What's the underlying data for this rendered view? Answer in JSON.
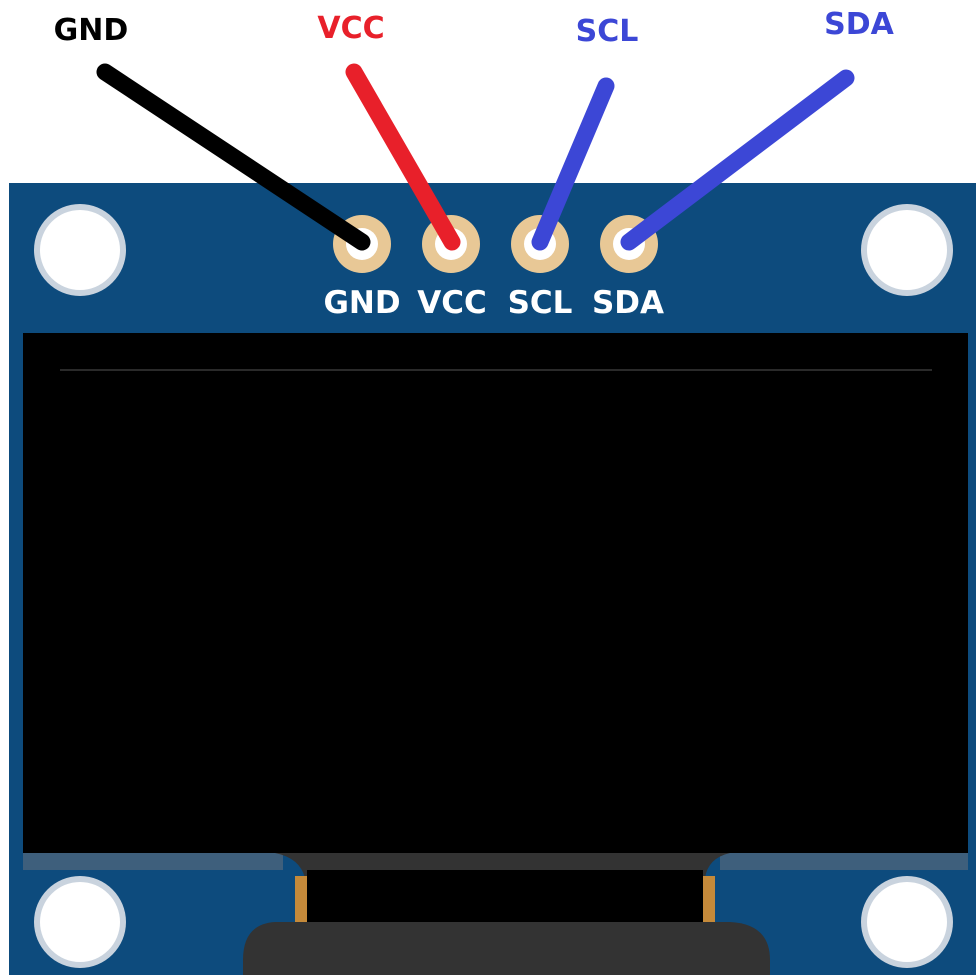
{
  "wires": [
    {
      "label": "GND",
      "color": "#000000"
    },
    {
      "label": "VCC",
      "color": "#e8202a"
    },
    {
      "label": "SCL",
      "color": "#3c47d6"
    },
    {
      "label": "SDA",
      "color": "#3c47d6"
    }
  ],
  "pins": [
    {
      "label": "GND"
    },
    {
      "label": "VCC"
    },
    {
      "label": "SCL"
    },
    {
      "label": "SDA"
    }
  ],
  "colors": {
    "pcb": "#0d4b7d",
    "screen": "#000000",
    "pad_ring": "#e8c896",
    "mount_hole": "#ffffff",
    "mount_hole_ring": "#c9d3de",
    "ribbon": "#333333",
    "ribbon_gold": "#c58a3a"
  }
}
